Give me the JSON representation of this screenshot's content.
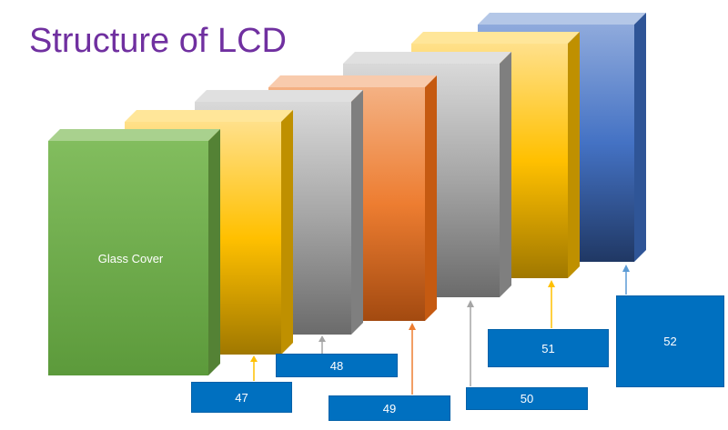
{
  "title": "Structure of LCD",
  "layers": [
    {
      "name": "glass-cover",
      "label": "Glass Cover",
      "color": "#70ad47"
    },
    {
      "name": "layer-47",
      "color": "#ffc000"
    },
    {
      "name": "layer-48",
      "color": "#a5a5a5"
    },
    {
      "name": "layer-49",
      "color": "#ed7d31"
    },
    {
      "name": "layer-50",
      "color": "#a5a5a5"
    },
    {
      "name": "layer-51",
      "color": "#ffc000"
    },
    {
      "name": "layer-52",
      "color": "#4472c4"
    }
  ],
  "callouts": [
    {
      "id": "47",
      "label": "47",
      "arrow_color": "#ffc000"
    },
    {
      "id": "48",
      "label": "48",
      "arrow_color": "#a5a5a5"
    },
    {
      "id": "49",
      "label": "49",
      "arrow_color": "#ed7d31"
    },
    {
      "id": "50",
      "label": "50",
      "arrow_color": "#a5a5a5"
    },
    {
      "id": "51",
      "label": "51",
      "arrow_color": "#ffc000"
    },
    {
      "id": "52",
      "label": "52",
      "arrow_color": "#5b9bd5"
    }
  ]
}
